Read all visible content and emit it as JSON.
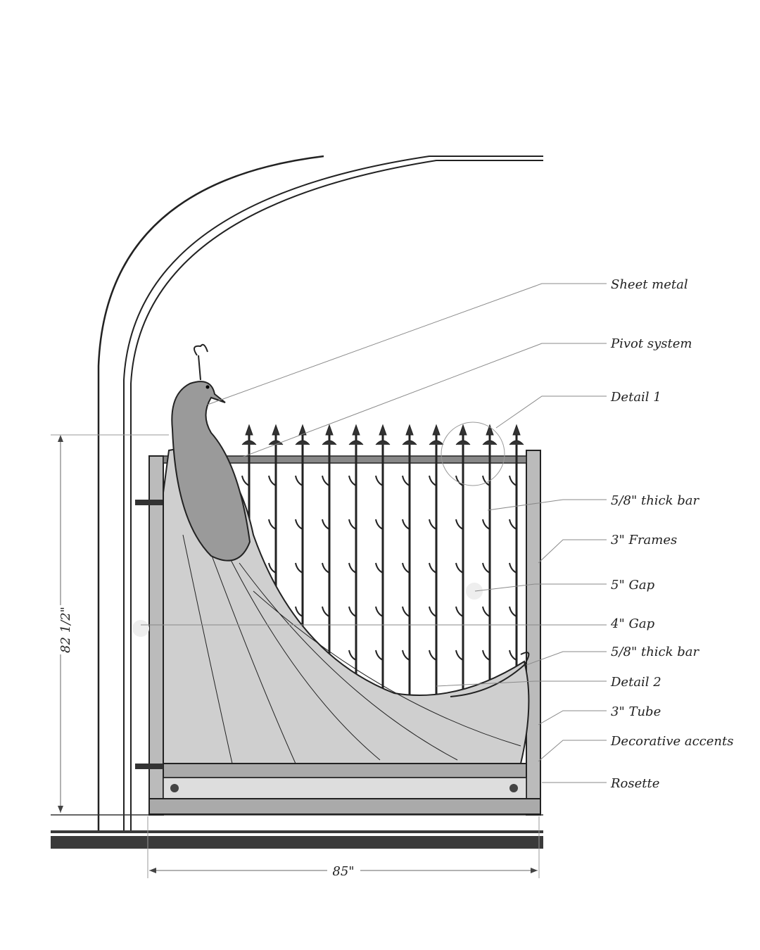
{
  "labels": [
    {
      "text": "Sheet metal"
    },
    {
      "text": "Pivot system"
    },
    {
      "text": "Detail 1"
    },
    {
      "text": "5/8\" thick bar"
    },
    {
      "text": "3\" Frames"
    },
    {
      "text": "5\" Gap"
    },
    {
      "text": "4\" Gap"
    },
    {
      "text": "5/8\" thick bar"
    },
    {
      "text": "Detail 2"
    },
    {
      "text": "3\" Tube"
    },
    {
      "text": "Decorative accents"
    },
    {
      "text": "Rosette"
    }
  ],
  "dimensions": {
    "height": "82 1/2\"",
    "width": "85\""
  },
  "colors": {
    "ink": "#222222",
    "leader": "#8a8a8a",
    "floor": "#3a3a3a"
  }
}
